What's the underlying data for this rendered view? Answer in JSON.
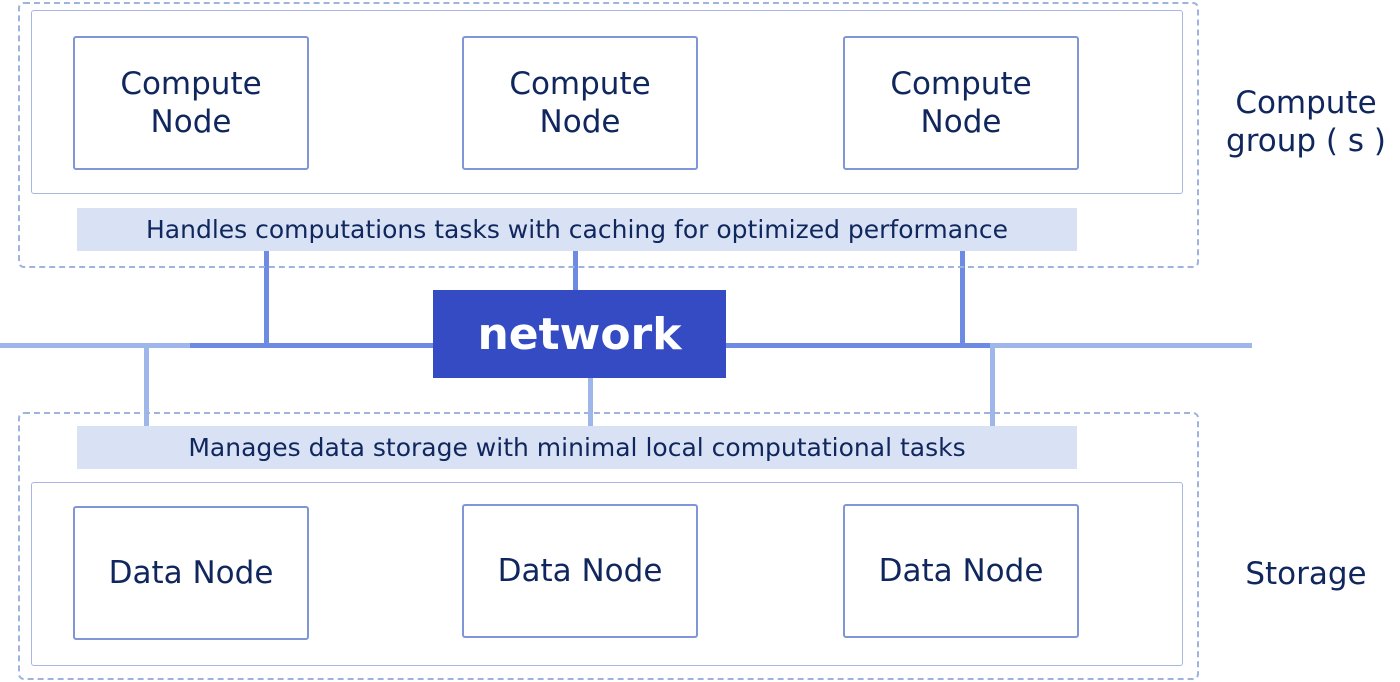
{
  "compute_group": {
    "label": "Compute\ngroup ( s )",
    "description": "Handles computations tasks with caching for optimized performance",
    "nodes": [
      {
        "label": "Compute\nNode"
      },
      {
        "label": "Compute\nNode"
      },
      {
        "label": "Compute\nNode"
      }
    ]
  },
  "network": {
    "label": "network"
  },
  "storage_group": {
    "label": "Storage",
    "description": "Manages data storage with minimal local computational tasks",
    "nodes": [
      {
        "label": "Data Node"
      },
      {
        "label": "Data Node"
      },
      {
        "label": "Data Node"
      }
    ]
  },
  "colors": {
    "network_fill": "#344bc4",
    "node_border": "#7f97d5",
    "band_fill": "#d9e2f4",
    "text": "#10275e"
  }
}
